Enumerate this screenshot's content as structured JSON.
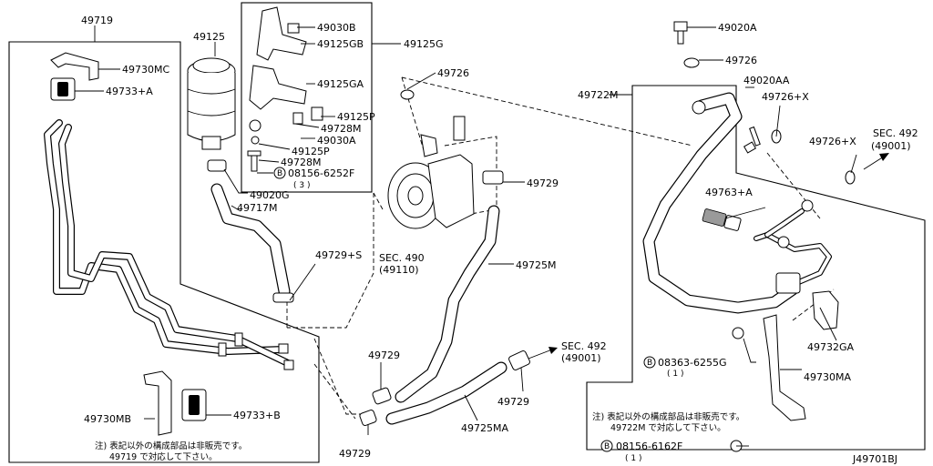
{
  "labels": {
    "p49719": "49719",
    "p49125": "49125",
    "p49030B": "49030B",
    "p49125GB": "49125GB",
    "p49125G": "49125G",
    "p49726_top": "49726",
    "p49730MC": "49730MC",
    "p49733A": "49733+A",
    "p49125GA": "49125GA",
    "p49125P_a": "49125P",
    "p49728M_a": "49728M",
    "p49030A": "49030A",
    "p49125P_b": "49125P",
    "p49728M_b": "49728M",
    "p08156_6252F": "08156-6252F",
    "q3": "( 3 )",
    "p49020G": "49020G",
    "p49717M": "49717M",
    "p49729_pump": "49729",
    "p49729S": "49729+S",
    "sec490": "SEC. 490",
    "sec490_sub": "(49110)",
    "p49725M": "49725M",
    "p49020A": "49020A",
    "p49726_r": "49726",
    "p49722M": "49722M",
    "p49020AA": "49020AA",
    "p49726X_a": "49726+X",
    "sec492_r": "SEC. 492",
    "sec492_r_sub": "(49001)",
    "p49726X_b": "49726+X",
    "p49763A": "49763+A",
    "p49732GA": "49732GA",
    "p08363_6255G": "08363-6255G",
    "q1_a": "( 1 )",
    "p49730MA": "49730MA",
    "p49729_c1": "49729",
    "p49729_c2": "49729",
    "p49729_c3": "49729",
    "sec492_c": "SEC. 492",
    "sec492_c_sub": "(49001)",
    "p49725MA": "49725MA",
    "p49730MB": "49730MB",
    "p49733B": "49733+B",
    "p08156_6162F": "08156-6162F",
    "q1_b": "( 1 )",
    "diagram_code": "J49701BJ"
  },
  "notes": {
    "left_line1": "注) 表記以外の構成部品は非販売です。",
    "left_line2": "49719 で対応して下さい。",
    "right_line1": "注) 表記以外の構成部品は非販売です。",
    "right_line2": "49722M で対応して下さい。"
  },
  "bolt_symbol": "B",
  "colors": {
    "line": "#000000",
    "background": "#ffffff",
    "shade": "#9a9a9a"
  }
}
